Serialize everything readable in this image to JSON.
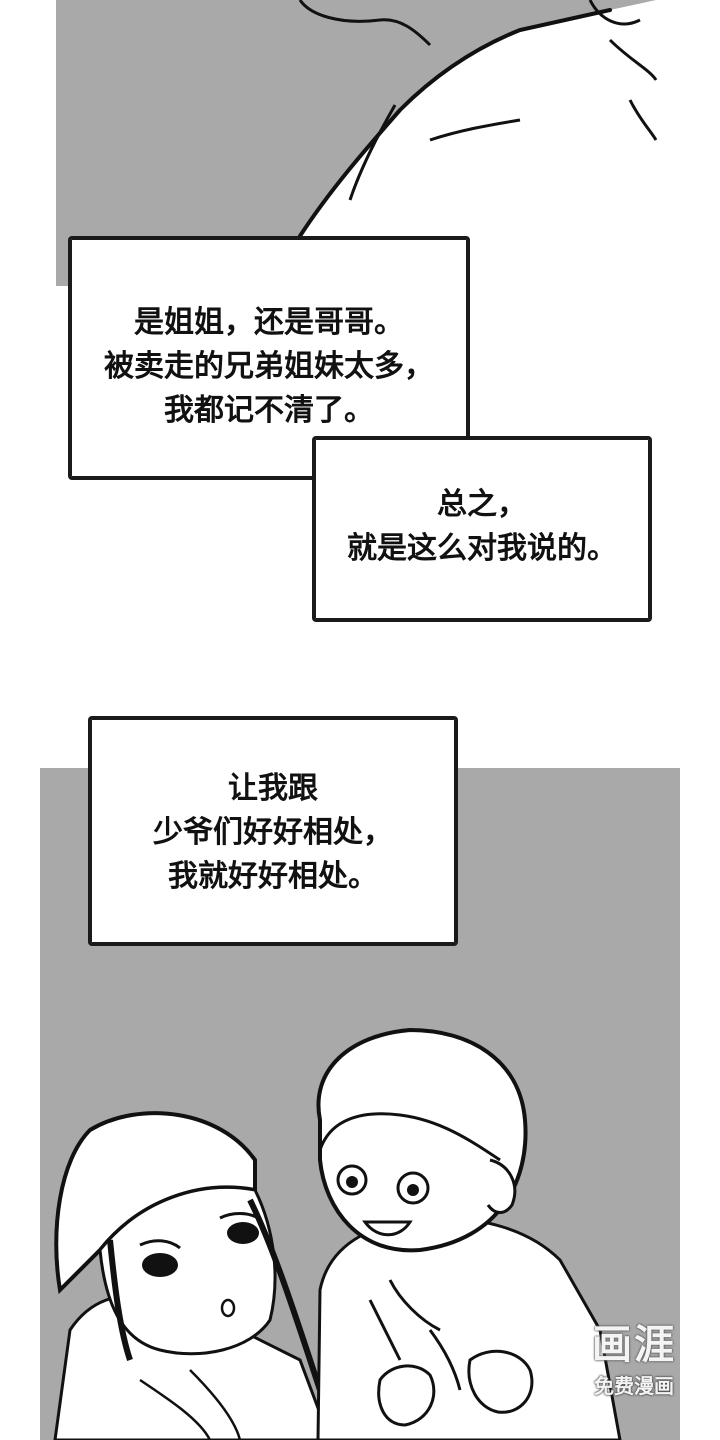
{
  "captions": {
    "box1": {
      "line1": "是姐姐，还是哥哥。",
      "line2": "被卖走的兄弟姐妹太多，",
      "line3": "我都记不清了。"
    },
    "box2": {
      "line1": "总之，",
      "line2": "就是这么对我说的。"
    },
    "box3": {
      "line1": "让我跟",
      "line2": "少爷们好好相处，",
      "line3": "我就好好相处。"
    }
  },
  "watermark": {
    "logo": "画涯",
    "sub": "免费漫画"
  },
  "colors": {
    "panel_gray": "#a9a9a9",
    "ink": "#111111",
    "paper": "#ffffff"
  }
}
